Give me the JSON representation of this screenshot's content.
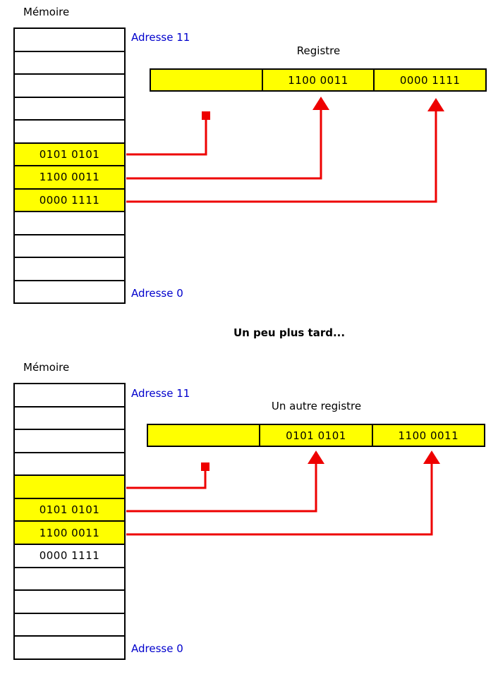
{
  "colors": {
    "highlight_yellow": "#ffff00",
    "arrow_red": "#ee0000",
    "address_blue": "#0000cc",
    "line_black": "#000000"
  },
  "divider_text": "Un peu plus tard...",
  "sections": [
    {
      "memory_title": "Mémoire",
      "address_top": "Adresse 11",
      "address_bottom": "Adresse 0",
      "register_title": "Registre",
      "register_cells": [
        "",
        "1100 0011",
        "0000 1111"
      ],
      "memory_rows": [
        {
          "value": "",
          "highlight": false
        },
        {
          "value": "",
          "highlight": false
        },
        {
          "value": "",
          "highlight": false
        },
        {
          "value": "",
          "highlight": false
        },
        {
          "value": "",
          "highlight": false
        },
        {
          "value": "0101 0101",
          "highlight": true
        },
        {
          "value": "1100 0011",
          "highlight": true
        },
        {
          "value": "0000 1111",
          "highlight": true
        },
        {
          "value": "",
          "highlight": false
        },
        {
          "value": "",
          "highlight": false
        },
        {
          "value": "",
          "highlight": false
        },
        {
          "value": "",
          "highlight": false
        }
      ]
    },
    {
      "memory_title": "Mémoire",
      "address_top": "Adresse 11",
      "address_bottom": "Adresse 0",
      "register_title": "Un autre registre",
      "register_cells": [
        "",
        "0101 0101",
        "1100 0011"
      ],
      "memory_rows": [
        {
          "value": "",
          "highlight": false
        },
        {
          "value": "",
          "highlight": false
        },
        {
          "value": "",
          "highlight": false
        },
        {
          "value": "",
          "highlight": false
        },
        {
          "value": "",
          "highlight": true
        },
        {
          "value": "0101 0101",
          "highlight": true
        },
        {
          "value": "1100 0011",
          "highlight": true
        },
        {
          "value": "0000 1111",
          "highlight": false
        },
        {
          "value": "",
          "highlight": false
        },
        {
          "value": "",
          "highlight": false
        },
        {
          "value": "",
          "highlight": false
        },
        {
          "value": "",
          "highlight": false
        }
      ]
    }
  ]
}
